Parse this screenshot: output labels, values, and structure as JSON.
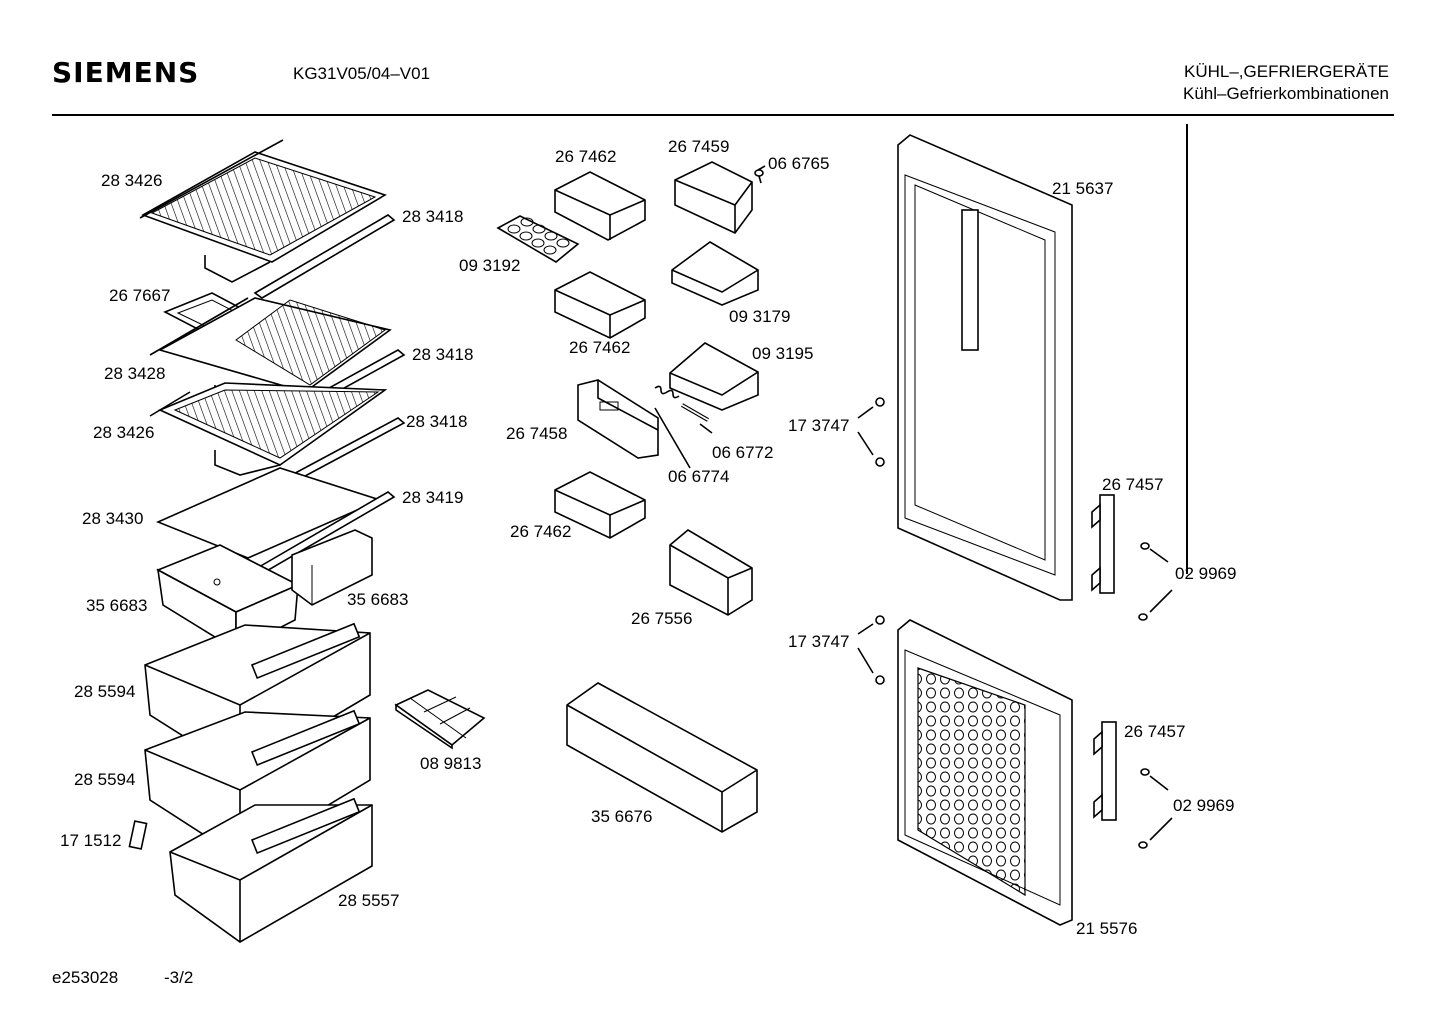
{
  "header": {
    "brand": "SIEMENS",
    "model": "KG31V05/04–V01",
    "category": "KÜHL–,GEFRIERGERÄTE",
    "subcategory": "Kühl–Gefrierkombinationen"
  },
  "footer": {
    "drawing_id": "e253028",
    "page": "-3/2"
  },
  "parts": [
    "28 3426",
    "28 3418",
    "26 7667",
    "28 3428",
    "28 3418",
    "28 3426",
    "28 3418",
    "28 3430",
    "28 3419",
    "35 6683",
    "35 6683",
    "28 5594",
    "28 5594",
    "17 1512",
    "28 5557",
    "08 9813",
    "26 7462",
    "26 7459",
    "06 6765",
    "09 3192",
    "09 3179",
    "26 7462",
    "09 3195",
    "26 7458",
    "06 6772",
    "06 6774",
    "26 7462",
    "26 7556",
    "35 6676",
    "21 5637",
    "17 3747",
    "26 7457",
    "02 9969",
    "17 3747",
    "26 7457",
    "02 9969",
    "21 5576"
  ]
}
